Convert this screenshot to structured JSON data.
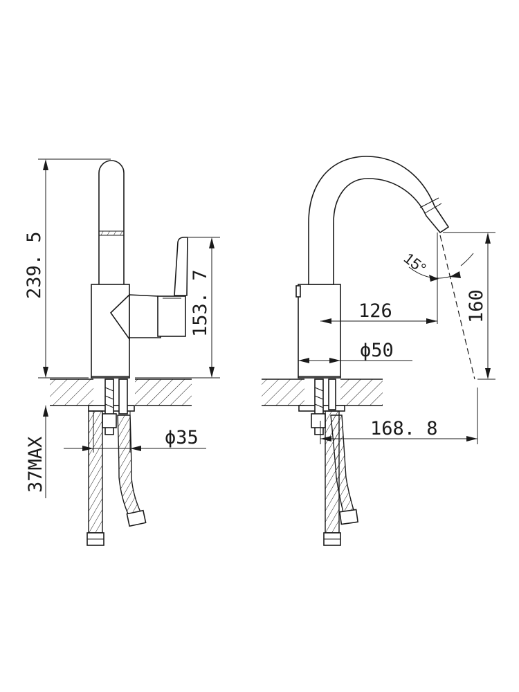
{
  "side_view": {
    "dim_total_height": "239. 5",
    "dim_handle_height": "153. 7",
    "dim_mount_max": "37MAX",
    "dim_hole_diameter": "ϕ35"
  },
  "front_view": {
    "dim_spout_angle": "15°",
    "dim_spout_height": "160",
    "dim_spout_reach": "126",
    "dim_body_diameter": "ϕ50",
    "dim_total_reach": "168. 8"
  }
}
